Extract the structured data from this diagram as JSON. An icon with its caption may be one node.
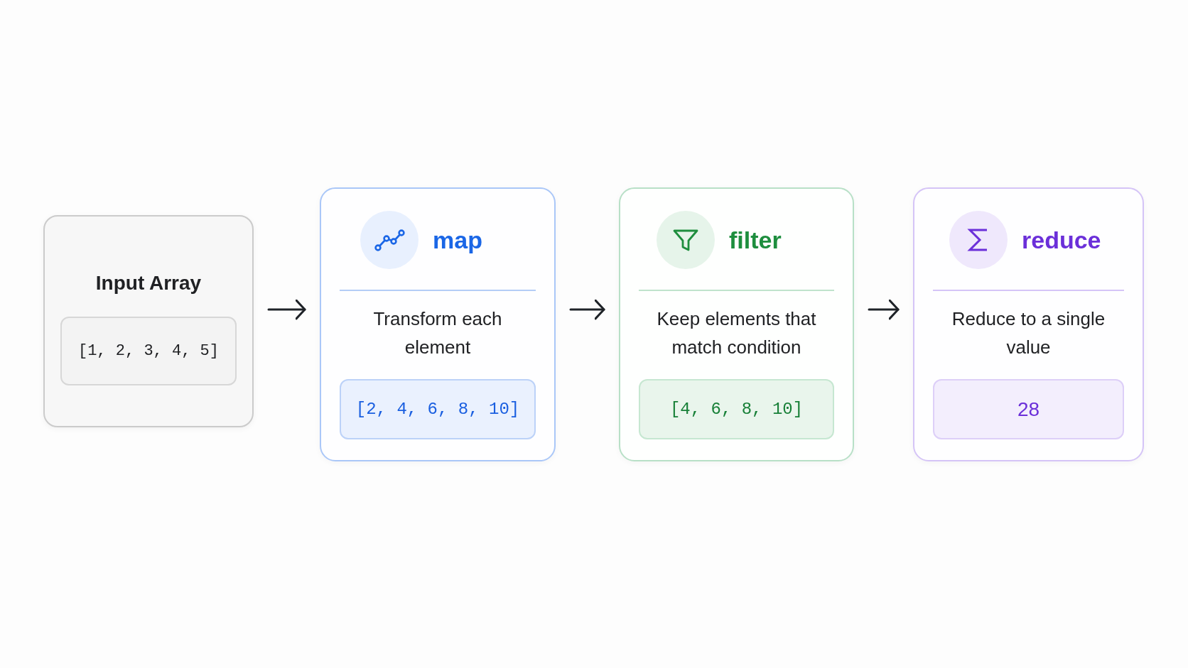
{
  "diagram": {
    "nodes": [
      {
        "text": [
          "Input Array"
        ]
      },
      {
        "text": [
          "[1, 2, 3, 4, 5]"
        ],
        "in": 0
      },
      {
        "text": [
          "map",
          "Transform each element"
        ]
      },
      {
        "text": [
          "[2, 4, 6, 8, 10]"
        ],
        "in": 2
      },
      {
        "text": [
          "filter",
          "Keep elements that match condition"
        ]
      },
      {
        "text": [
          "[4, 6, 8, 10]"
        ],
        "in": 4
      },
      {
        "text": [
          "reduce",
          "Reduce to a single value"
        ]
      },
      {
        "text": [
          "28"
        ],
        "in": 6
      }
    ],
    "edges": [
      {
        "from": 0,
        "to": 2,
        "arrow": "to"
      },
      {
        "from": 2,
        "to": 4,
        "arrow": "to"
      },
      {
        "from": 4,
        "to": 6,
        "arrow": "to"
      }
    ]
  }
}
